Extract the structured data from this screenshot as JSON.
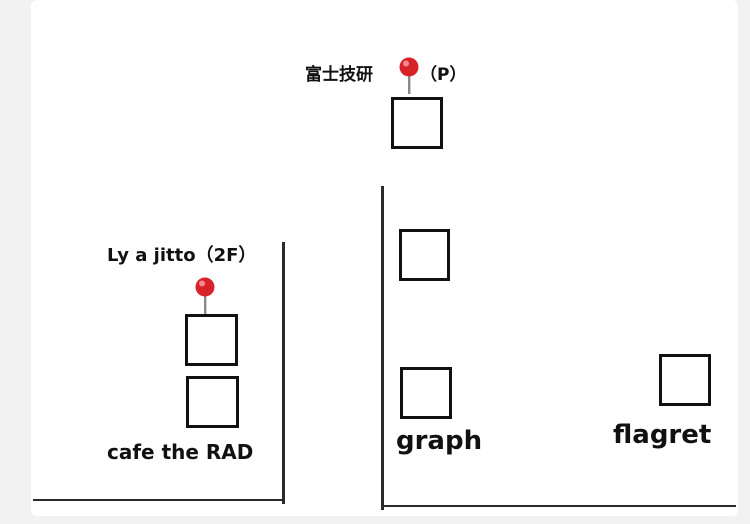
{
  "places": {
    "fuji_giken": {
      "name": "富士技研",
      "note": "（P）"
    },
    "ly_a_jitto": {
      "name": "Ly a jitto（2F）"
    },
    "cafe": {
      "name": "cafe the RAD"
    },
    "graph": {
      "name": "graph"
    },
    "flagret": {
      "name": "flagret"
    }
  },
  "icons": {
    "pin": "map-pin-icon",
    "pin_color": "#d8222a"
  }
}
